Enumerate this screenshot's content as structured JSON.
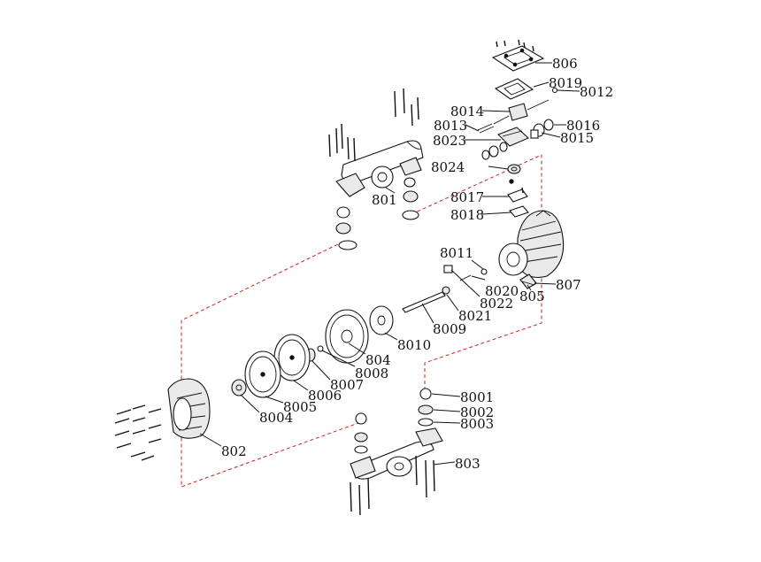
{
  "diagram": {
    "colors": {
      "line": "#111111",
      "assembly_path": "#d21f1f",
      "background": "#ffffff"
    },
    "labels": {
      "p806": "806",
      "p8019": "8019",
      "p8012": "8012",
      "p8014": "8014",
      "p8013": "8013",
      "p8016": "8016",
      "p8023": "8023",
      "p8015": "8015",
      "p8024": "8024",
      "p801": "801",
      "p8017": "8017",
      "p8018": "8018",
      "p8011": "8011",
      "p807": "807",
      "p8020": "8020",
      "p8022": "8022",
      "p805": "805",
      "p8021": "8021",
      "p8009": "8009",
      "p8010": "8010",
      "p804": "804",
      "p8008": "8008",
      "p8007": "8007",
      "p8006": "8006",
      "p8005": "8005",
      "p8004": "8004",
      "p802": "802",
      "p8001": "8001",
      "p8002": "8002",
      "p8003": "8003",
      "p803": "803"
    }
  }
}
